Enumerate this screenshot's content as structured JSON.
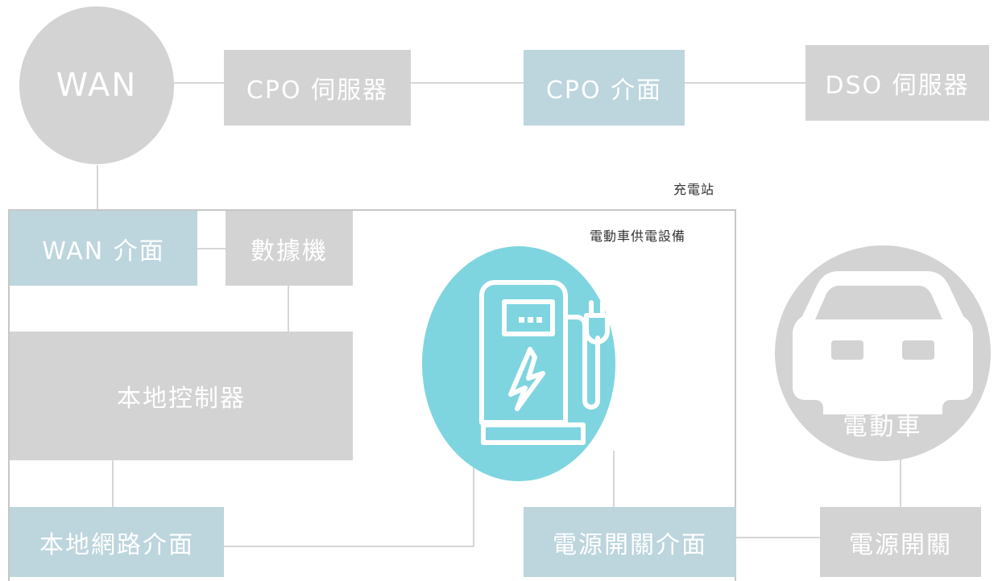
{
  "nodes": {
    "wan": "WAN",
    "cpo_server": "CPO 伺服器",
    "cpo_interface": "CPO 介面",
    "dso_server": "DSO 伺服器",
    "wan_interface": "WAN 介面",
    "data_logger": "數據機",
    "local_controller": "本地控制器",
    "local_network_interface": "本地網路介面",
    "power_switch_interface": "電源開關介面",
    "power_switch": "電源開關",
    "ev": "電動車"
  },
  "labels": {
    "charging_station": "充電站",
    "evse": "電動車供電設備"
  },
  "icons": {
    "charger": "ev-charger-icon",
    "car": "car-icon"
  },
  "colors": {
    "gray_node": "#d3d3d3",
    "blue_node": "#bdd5dd",
    "charger_circle": "#7ed5df",
    "connector_line": "#d6d6d6",
    "frame_border": "#c7c7c7"
  }
}
